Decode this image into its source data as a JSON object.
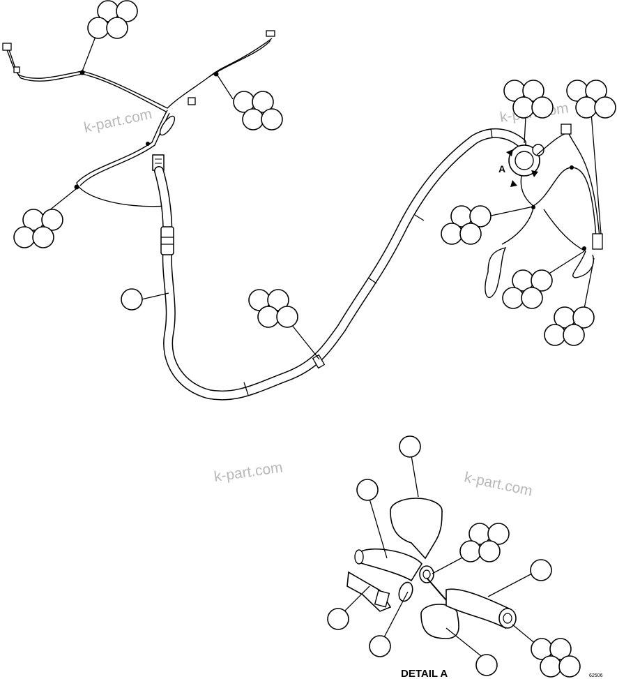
{
  "watermarks": [
    "k-part.com",
    "k-part.com",
    "k-part.com",
    "k-part.com"
  ],
  "detail_marker": "A",
  "detail_caption": "DETAIL A",
  "drawing_code": "62506"
}
